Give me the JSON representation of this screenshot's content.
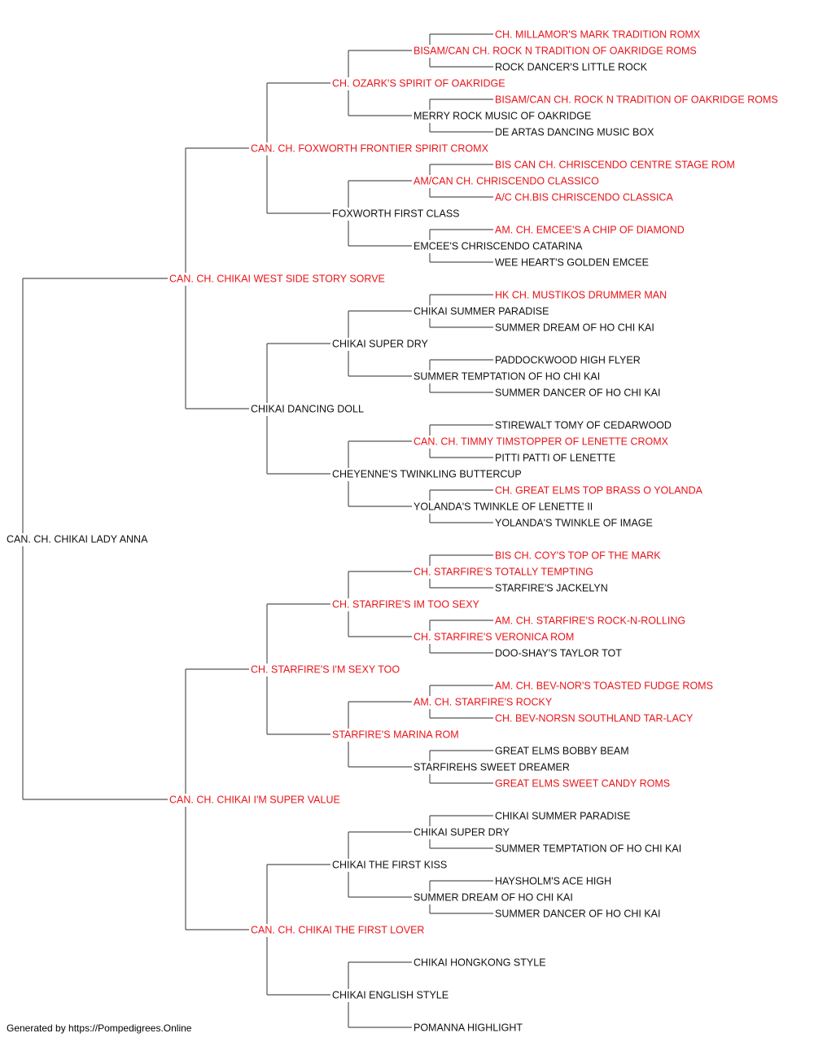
{
  "colors": {
    "champion": "#e8141a",
    "regular": "#111111",
    "line": "#555555"
  },
  "pedigree": {
    "name": "CAN. CH. CHIKAI LADY ANNA",
    "champion": false,
    "sire": {
      "name": "CAN. CH. CHIKAI WEST SIDE STORY SORVE",
      "champion": true,
      "sire": {
        "name": "CAN. CH. FOXWORTH FRONTIER SPIRIT CROMX",
        "champion": true,
        "sire": {
          "name": "CH. OZARK'S SPIRIT OF OAKRIDGE",
          "champion": true,
          "sire": {
            "name": "BISAM/CAN CH. ROCK N TRADITION OF OAKRIDGE ROMS",
            "champion": true,
            "sire": {
              "name": "CH. MILLAMOR'S MARK TRADITION ROMX",
              "champion": true
            },
            "dam": {
              "name": "ROCK DANCER'S LITTLE ROCK",
              "champion": false
            }
          },
          "dam": {
            "name": "MERRY ROCK MUSIC OF OAKRIDGE",
            "champion": false,
            "sire": {
              "name": "BISAM/CAN CH. ROCK N TRADITION OF OAKRIDGE ROMS",
              "champion": true
            },
            "dam": {
              "name": "DE ARTAS DANCING MUSIC BOX",
              "champion": false
            }
          }
        },
        "dam": {
          "name": "FOXWORTH FIRST CLASS",
          "champion": false,
          "sire": {
            "name": "AM/CAN CH. CHRISCENDO CLASSICO",
            "champion": true,
            "sire": {
              "name": "BIS CAN CH. CHRISCENDO CENTRE STAGE ROM",
              "champion": true
            },
            "dam": {
              "name": "A/C CH.BIS CHRISCENDO CLASSICA",
              "champion": true
            }
          },
          "dam": {
            "name": "EMCEE'S CHRISCENDO CATARINA",
            "champion": false,
            "sire": {
              "name": "AM. CH. EMCEE'S A CHIP OF DIAMOND",
              "champion": true
            },
            "dam": {
              "name": "WEE HEART'S GOLDEN EMCEE",
              "champion": false
            }
          }
        }
      },
      "dam": {
        "name": "CHIKAI DANCING DOLL",
        "champion": false,
        "sire": {
          "name": "CHIKAI SUPER DRY",
          "champion": false,
          "sire": {
            "name": "CHIKAI SUMMER PARADISE",
            "champion": false,
            "sire": {
              "name": "HK CH. MUSTIKOS DRUMMER MAN",
              "champion": true
            },
            "dam": {
              "name": "SUMMER DREAM OF HO CHI KAI",
              "champion": false
            }
          },
          "dam": {
            "name": "SUMMER TEMPTATION OF HO CHI KAI",
            "champion": false,
            "sire": {
              "name": "PADDOCKWOOD HIGH FLYER",
              "champion": false
            },
            "dam": {
              "name": "SUMMER DANCER OF HO CHI KAI",
              "champion": false
            }
          }
        },
        "dam": {
          "name": "CHEYENNE'S TWINKLING BUTTERCUP",
          "champion": false,
          "sire": {
            "name": "CAN. CH. TIMMY TIMSTOPPER OF LENETTE CROMX",
            "champion": true,
            "sire": {
              "name": "STIREWALT TOMY OF CEDARWOOD",
              "champion": false
            },
            "dam": {
              "name": "PITTI PATTI OF LENETTE",
              "champion": false
            }
          },
          "dam": {
            "name": "YOLANDA'S TWINKLE OF LENETTE II",
            "champion": false,
            "sire": {
              "name": "CH. GREAT ELMS TOP BRASS O YOLANDA",
              "champion": true
            },
            "dam": {
              "name": "YOLANDA'S TWINKLE OF IMAGE",
              "champion": false
            }
          }
        }
      }
    },
    "dam": {
      "name": "CAN. CH. CHIKAI I'M SUPER VALUE",
      "champion": true,
      "sire": {
        "name": "CH. STARFIRE'S I'M SEXY TOO",
        "champion": true,
        "sire": {
          "name": "CH. STARFIRE'S IM TOO SEXY",
          "champion": true,
          "sire": {
            "name": "CH. STARFIRE'S TOTALLY TEMPTING",
            "champion": true,
            "sire": {
              "name": "BIS CH. COY'S TOP OF THE MARK",
              "champion": true
            },
            "dam": {
              "name": "STARFIRE'S JACKELYN",
              "champion": false
            }
          },
          "dam": {
            "name": "CH. STARFIRE'S VERONICA ROM",
            "champion": true,
            "sire": {
              "name": "AM. CH. STARFIRE'S ROCK-N-ROLLING",
              "champion": true
            },
            "dam": {
              "name": "DOO-SHAY'S TAYLOR TOT",
              "champion": false
            }
          }
        },
        "dam": {
          "name": "STARFIRE'S MARINA ROM",
          "champion": true,
          "sire": {
            "name": "AM. CH. STARFIRE'S ROCKY",
            "champion": true,
            "sire": {
              "name": "AM. CH. BEV-NOR'S TOASTED FUDGE ROMS",
              "champion": true
            },
            "dam": {
              "name": "CH. BEV-NORSN SOUTHLAND TAR-LACY",
              "champion": true
            }
          },
          "dam": {
            "name": "STARFIREHS SWEET DREAMER",
            "champion": false,
            "sire": {
              "name": "GREAT ELMS BOBBY BEAM",
              "champion": false
            },
            "dam": {
              "name": "GREAT ELMS SWEET CANDY ROMS",
              "champion": true
            }
          }
        }
      },
      "dam": {
        "name": "CAN. CH. CHIKAI THE FIRST LOVER",
        "champion": true,
        "sire": {
          "name": "CHIKAI THE FIRST KISS",
          "champion": false,
          "sire": {
            "name": "CHIKAI SUPER DRY",
            "champion": false,
            "sire": {
              "name": "CHIKAI SUMMER PARADISE",
              "champion": false
            },
            "dam": {
              "name": "SUMMER TEMPTATION OF HO CHI KAI",
              "champion": false
            }
          },
          "dam": {
            "name": "SUMMER DREAM OF HO CHI KAI",
            "champion": false,
            "sire": {
              "name": "HAYSHOLM'S ACE HIGH",
              "champion": false
            },
            "dam": {
              "name": "SUMMER DANCER OF HO CHI KAI",
              "champion": false
            }
          }
        },
        "dam": {
          "name": "CHIKAI ENGLISH STYLE",
          "champion": false,
          "sire": {
            "name": "CHIKAI HONGKONG STYLE",
            "champion": false
          },
          "dam": {
            "name": "POMANNA HIGHLIGHT",
            "champion": false
          }
        }
      }
    }
  },
  "footer": "Generated by https://Pompedigrees.Online"
}
